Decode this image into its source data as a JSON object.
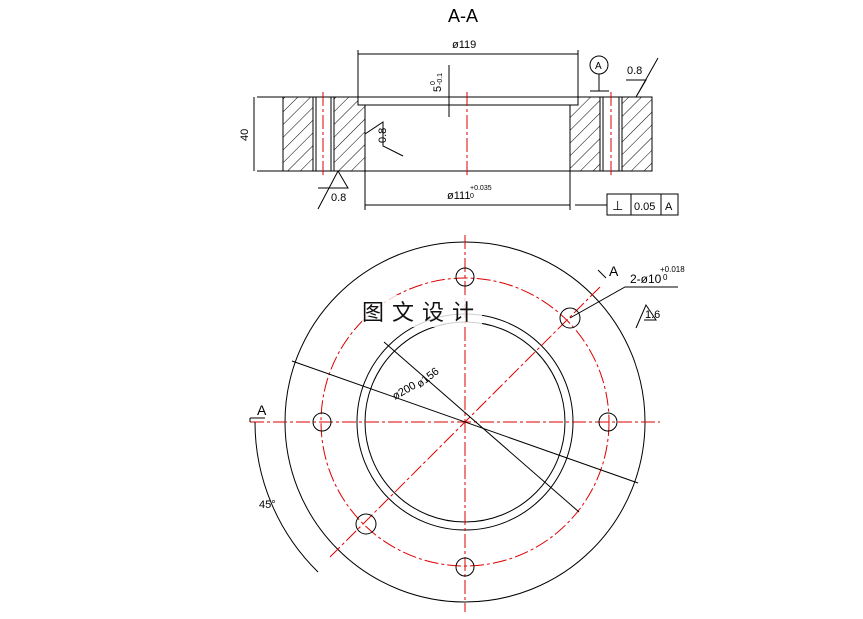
{
  "section": {
    "title": "A-A",
    "dim_top_diameter": "ø119",
    "dim_depth": "5",
    "dim_depth_tol_upper": "0",
    "dim_depth_tol_lower": "-0.1",
    "dim_height": "40",
    "dim_bore": "ø111",
    "dim_bore_tol_upper": "+0.035",
    "dim_bore_tol_lower": "0",
    "datum": "A",
    "roughness_top": "0.8",
    "roughness_bore": "0.8",
    "roughness_bottom": "0.8",
    "tolerance_frame": {
      "symbol": "⊥",
      "value": "0.05",
      "datum": "A"
    }
  },
  "plan": {
    "section_mark_left": "A",
    "section_mark_right": "A",
    "hole_callout": "2-ø10",
    "hole_tol_upper": "+0.018",
    "hole_tol_lower": "0",
    "hole_roughness": "1.6",
    "dim_inner": "ø156",
    "dim_pcd": "ø200",
    "angle": "45°"
  },
  "watermark": "图文设计",
  "colors": {
    "line": "#000000",
    "centerline": "#dd0000"
  }
}
